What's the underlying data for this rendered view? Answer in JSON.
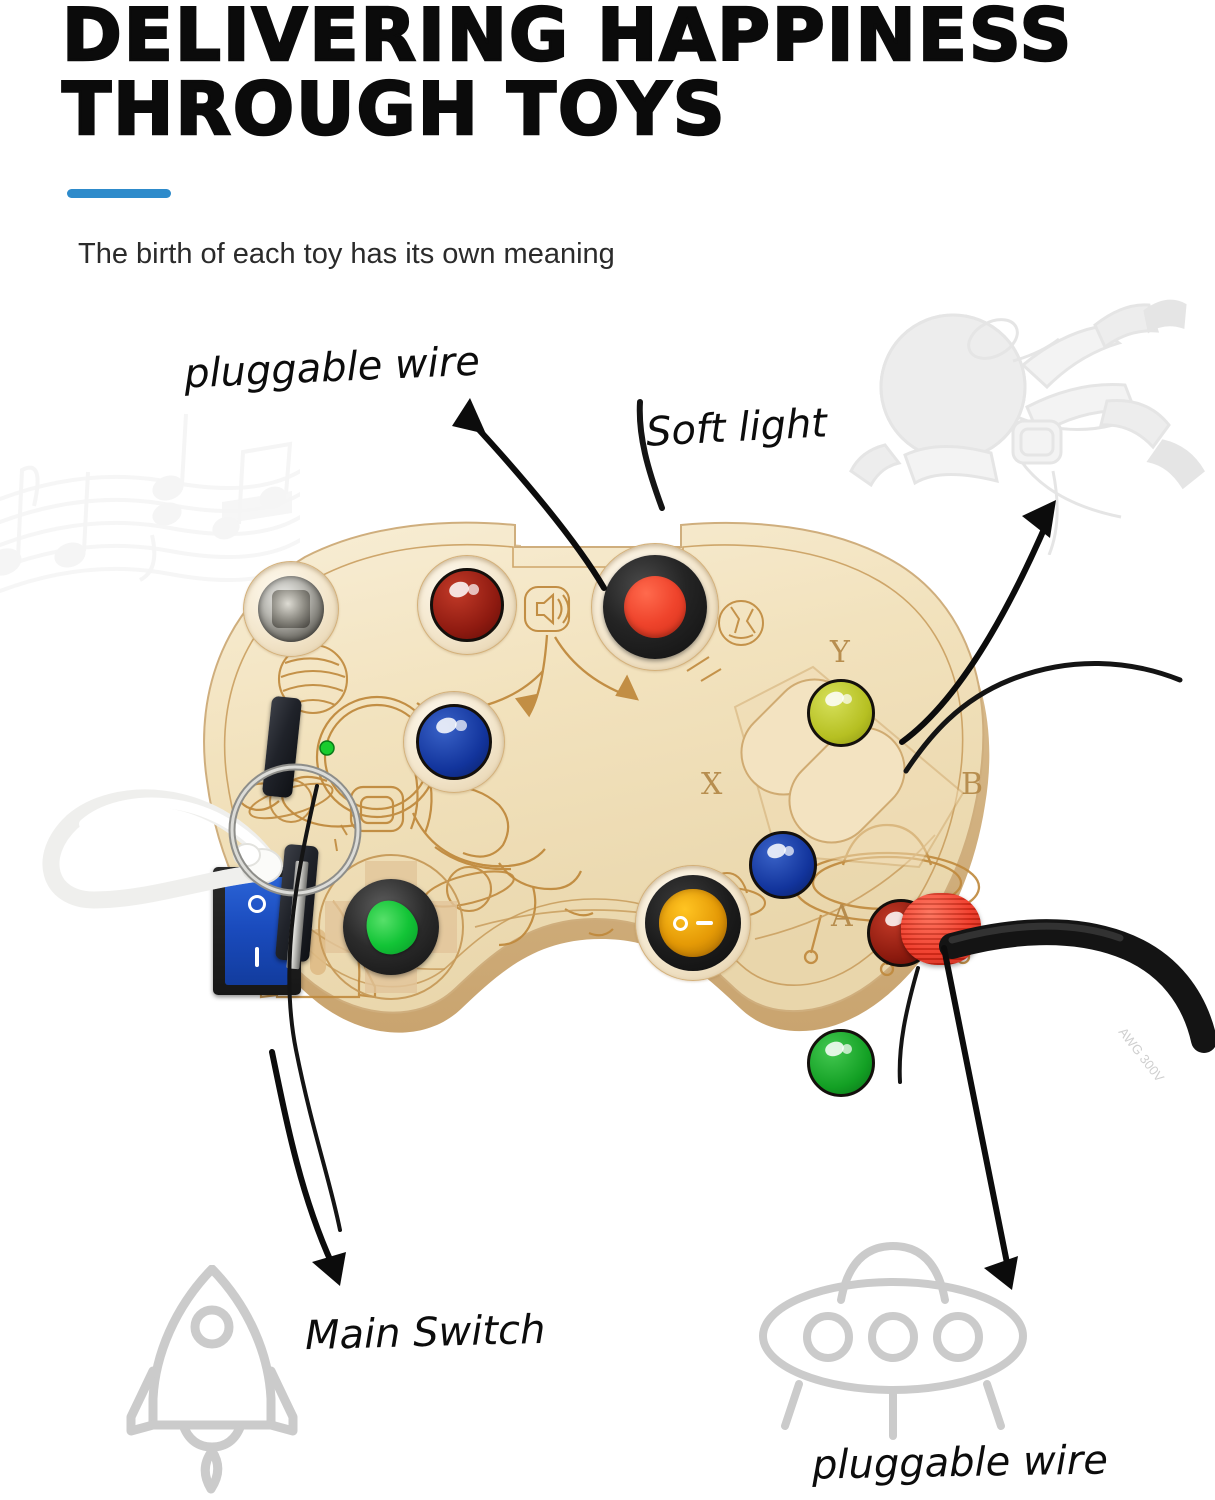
{
  "header": {
    "title": "DELIVERING HAPPINESS THROUGH TOYS",
    "subtitle": "The birth of each toy has its own meaning",
    "accent_color": "#2e8bcb",
    "title_color": "#0b0b0b"
  },
  "callouts": [
    {
      "id": "pluggable-wire-top",
      "label": "pluggable wire"
    },
    {
      "id": "soft-light",
      "label": "Soft light"
    },
    {
      "id": "main-switch",
      "label": "Main Switch"
    },
    {
      "id": "pluggable-wire-bottom",
      "label": "pluggable wire"
    }
  ],
  "watermarks": [
    {
      "name": "music-notes-watermark",
      "color": "#efefef"
    },
    {
      "name": "astronaut-watermark",
      "color": "#e8e8e8"
    },
    {
      "name": "rocket-watermark",
      "color": "#c9c9c9"
    },
    {
      "name": "ufo-watermark",
      "color": "#c9c9c9"
    }
  ],
  "product": {
    "name": "wooden-game-controller-busy-board",
    "material_color": "#f3e3c0",
    "engraving_color": "#c08a3e",
    "controls": [
      {
        "name": "key-switch-barrel",
        "type": "key-switch",
        "color": "#8e8c84",
        "indicator": "green-led"
      },
      {
        "name": "led-button-red-top",
        "type": "led-dome",
        "color": "#8e1a10"
      },
      {
        "name": "speaker-engraving",
        "type": "engraving",
        "icon": "speaker-icon"
      },
      {
        "name": "push-button-red",
        "type": "push-button",
        "color": "#ef442c",
        "bezel": "#1a1a1a"
      },
      {
        "name": "led-button-blue-center",
        "type": "led-dome",
        "color": "#12349c"
      },
      {
        "name": "led-button-y",
        "label": "Y",
        "type": "led-dome",
        "color": "#b6c022"
      },
      {
        "name": "led-button-x",
        "label": "X",
        "type": "led-dome",
        "color": "#12349c"
      },
      {
        "name": "led-button-b",
        "label": "B",
        "type": "led-dome",
        "color": "#8c1a0e"
      },
      {
        "name": "led-button-a",
        "label": "A",
        "type": "led-dome",
        "color": "#13a024"
      },
      {
        "name": "rocker-switch-blue",
        "type": "rocker-switch",
        "color": "#1a4bbd",
        "markings": [
          "O",
          "I"
        ]
      },
      {
        "name": "rotary-knob-green",
        "type": "rotary-knob",
        "color": "#12c436"
      },
      {
        "name": "round-rocker-amber",
        "type": "round-rocker",
        "color": "#e59a06",
        "markings": [
          "O",
          "—"
        ]
      },
      {
        "name": "banana-jack-red",
        "type": "banana-jack",
        "color": "#ef2f1c"
      }
    ],
    "face_button_labels": {
      "top": "Y",
      "left": "X",
      "right": "B",
      "bottom": "A"
    },
    "engravings": [
      "planet",
      "saturn",
      "astronaut",
      "ufo",
      "comet",
      "speaker",
      "rocket",
      "sparkles"
    ],
    "cables": [
      {
        "name": "white-cable",
        "color": "#f4f4f2"
      },
      {
        "name": "black-cable",
        "color": "#141414",
        "printed_text": "AWG 300V"
      },
      {
        "name": "key-ring",
        "color": "#b9b9b5"
      }
    ]
  }
}
